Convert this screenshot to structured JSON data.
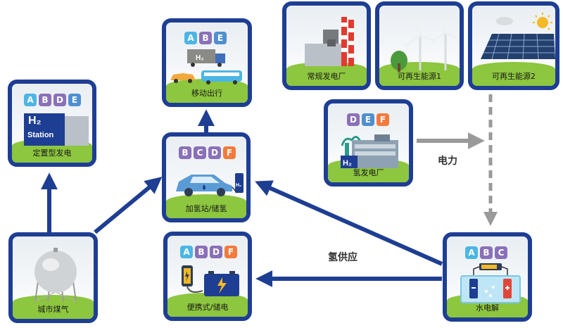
{
  "badge_colors": {
    "A": "#4bb6e4",
    "B": "#8a70b8",
    "C": "#8a70b8",
    "D": "#8a70b8",
    "E": "#4f8fd0",
    "F": "#f47a3c"
  },
  "nodes": {
    "stationary": {
      "label": "定置型发电",
      "badges": [
        "A",
        "B",
        "D",
        "E"
      ],
      "station_text": "Station",
      "h2_text": "H₂"
    },
    "mobility": {
      "label": "移动出行",
      "badges": [
        "A",
        "B",
        "E"
      ],
      "h2_text": "H₂"
    },
    "refuel": {
      "label": "加氢站/储氢",
      "badges": [
        "B",
        "C",
        "D",
        "F"
      ],
      "h2_text": "H₂"
    },
    "city_gas": {
      "label": "城市煤气"
    },
    "portable": {
      "label": "便携式/储电",
      "badges": [
        "A",
        "B",
        "D",
        "F"
      ]
    },
    "conventional": {
      "label": "常规发电厂"
    },
    "renew1": {
      "label": "可再生能源1"
    },
    "renew2": {
      "label": "可再生能源2"
    },
    "h2_plant": {
      "label": "氢发电厂",
      "badges": [
        "D",
        "E",
        "F"
      ],
      "h2_text": "H₂"
    },
    "electrolysis": {
      "label": "水电解",
      "badges": [
        "A",
        "B",
        "C"
      ]
    }
  },
  "arrows": {
    "power_label": "电力",
    "h2_supply_label": "氢供应"
  }
}
